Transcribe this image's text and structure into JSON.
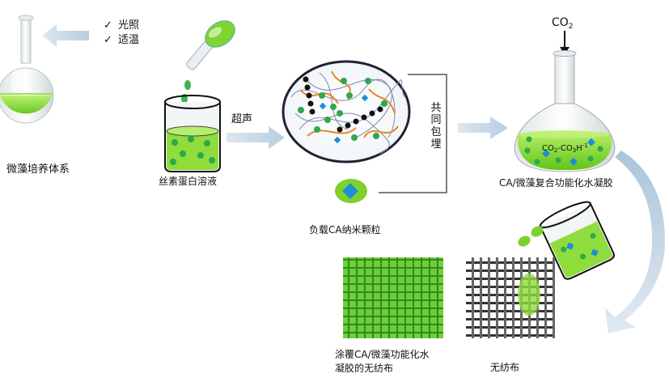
{
  "conditions": {
    "light": "光照",
    "temperature": "适温"
  },
  "labels": {
    "algae_culture": "微藻培养体系",
    "silk_solution": "丝素蛋白溶液",
    "ultrasound": "超声",
    "co_embed": "共同包埋",
    "ca_particles": "负载CA纳米颗粒",
    "hydrogel": "CA/微藻复合功能化水凝胶",
    "nonwoven": "无纺布",
    "coated_line1": "涂覆CA/微藻功能化水",
    "coated_line2": "凝胶的无纺布"
  },
  "flask_reaction": {
    "co2_base": "CO",
    "co2_sub": "2",
    "eq_a": "CO",
    "eq_a_sub": "2",
    "eq_b": "-CO",
    "eq_b_sub": "3",
    "eq_c": "H",
    "eq_c_sup": "-1"
  },
  "colors": {
    "algae_green": "#7fd12b",
    "dark_green": "#3a9a1a",
    "arrow_blue": "#c5d7e7",
    "particle_blue": "#1a8fd8",
    "fiber_orange": "#e8862a"
  }
}
